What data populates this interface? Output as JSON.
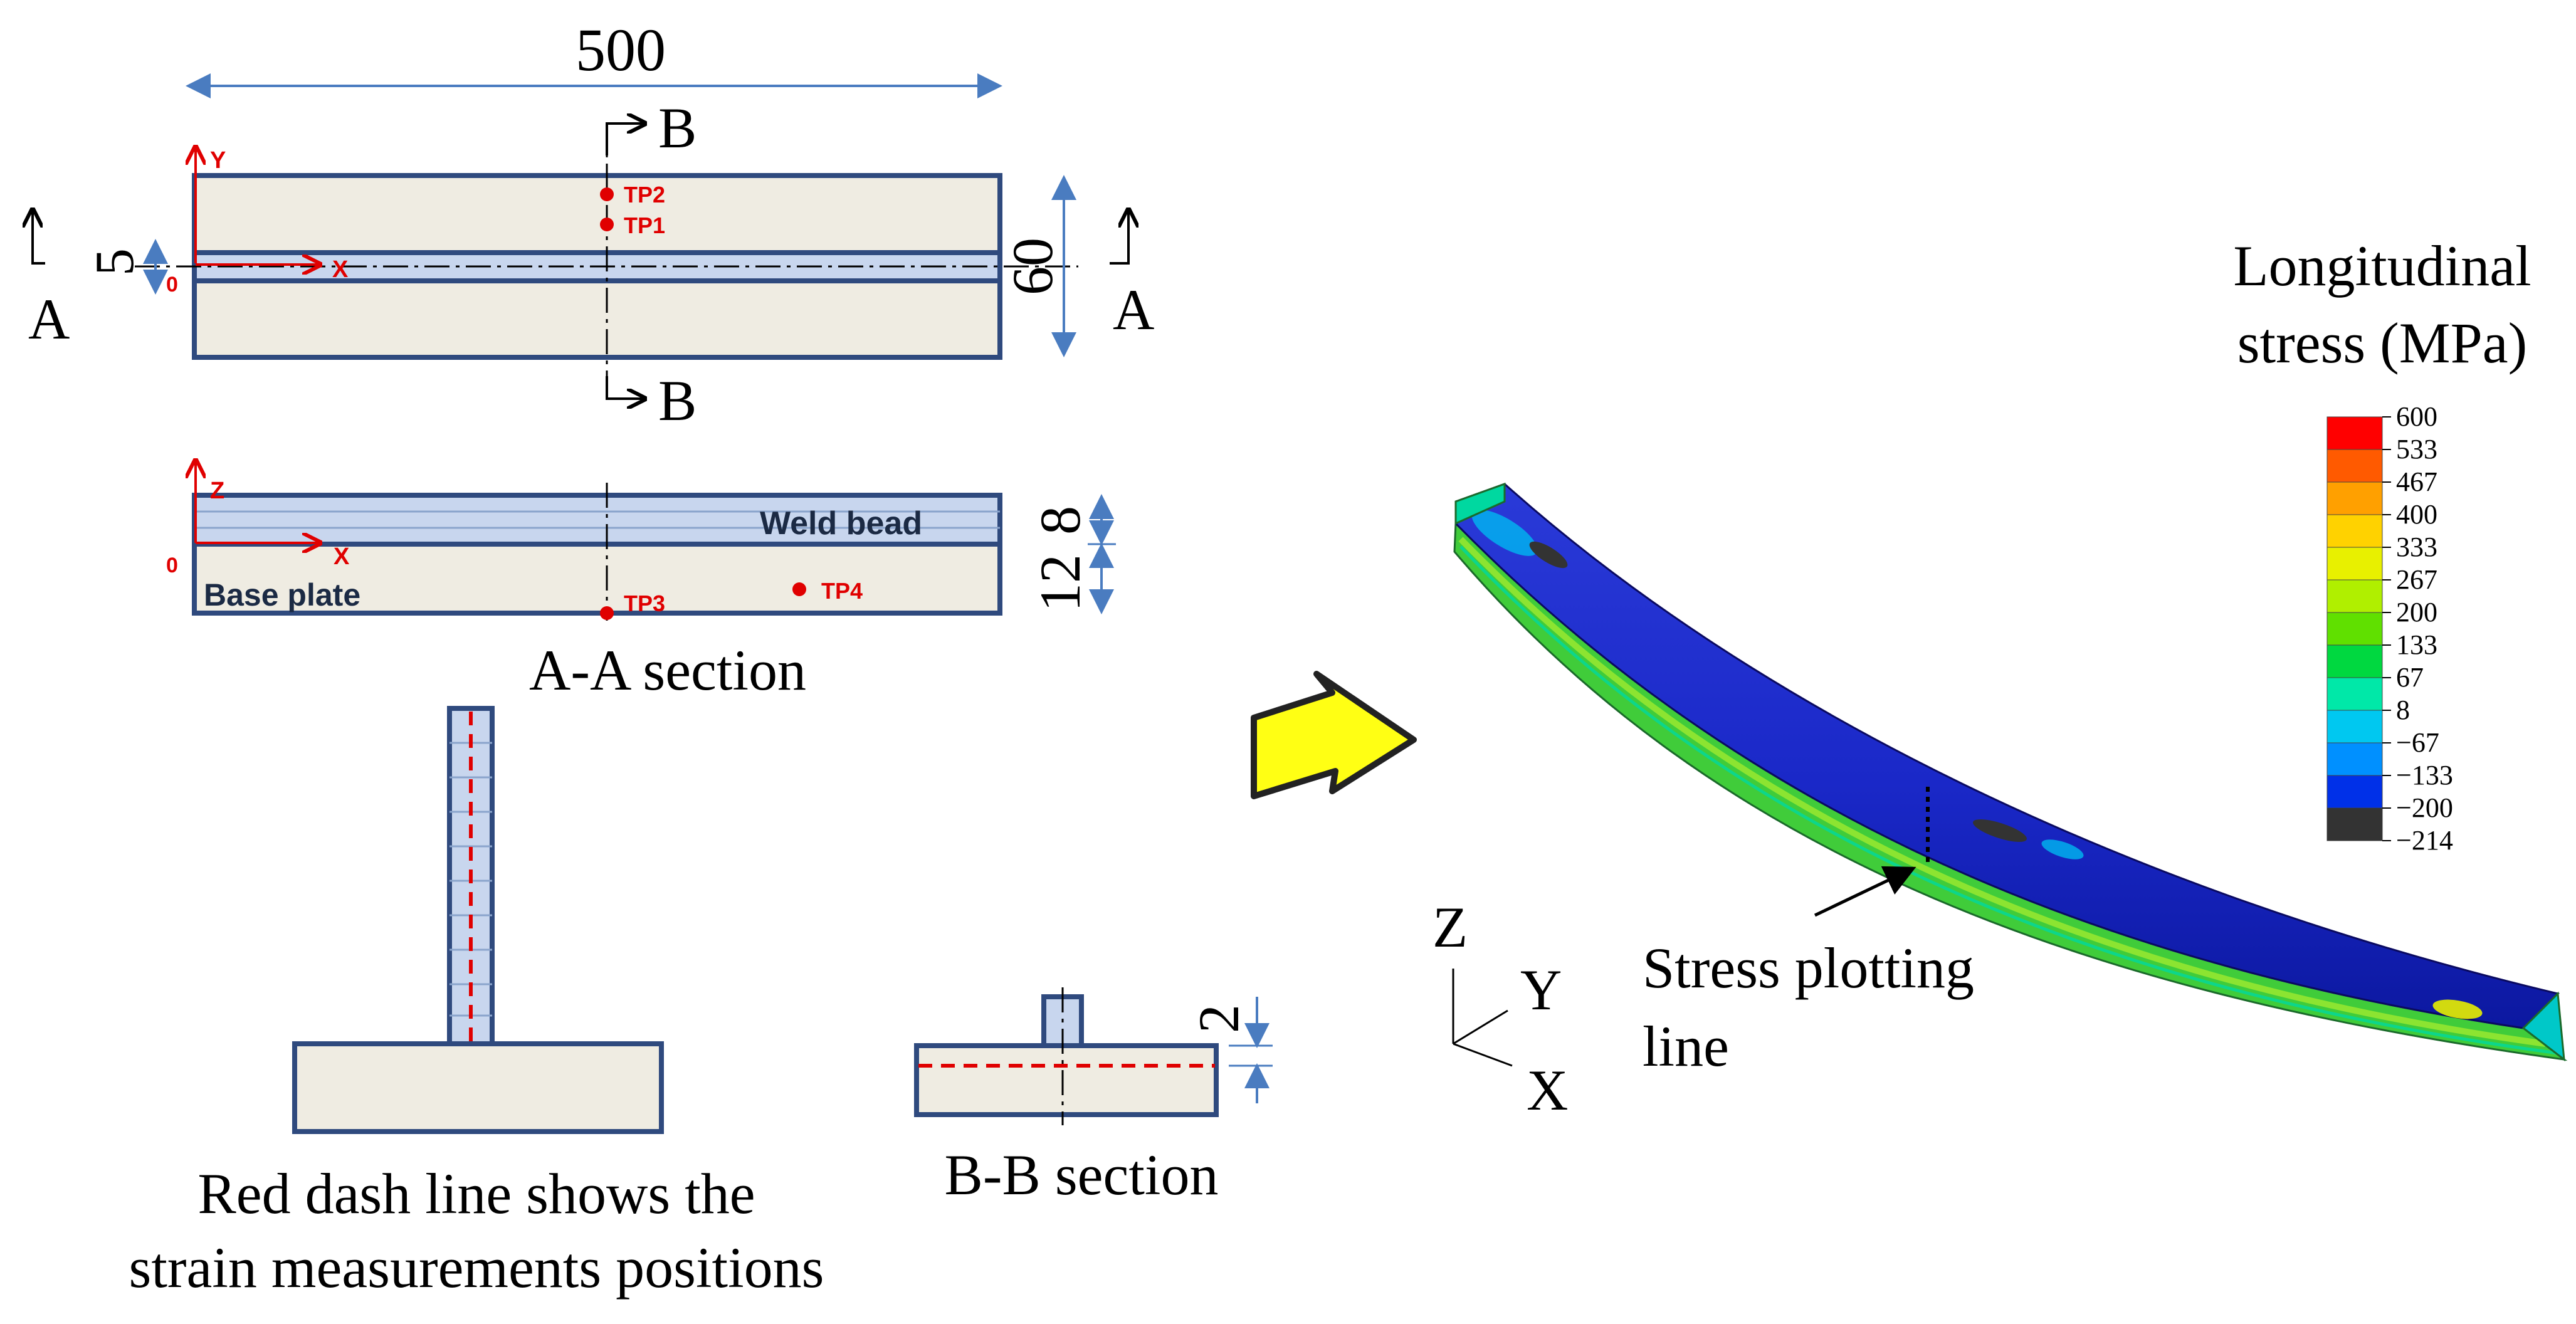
{
  "top_view": {
    "dim_length": "500",
    "dim_width": "60",
    "dim_bead": "5",
    "section_b_top": "B",
    "section_b_bottom": "B",
    "section_a_left": "A",
    "section_a_right": "A",
    "axis_y": "Y",
    "axis_x": "X",
    "origin": "0",
    "tp2": "TP2",
    "tp1": "TP1"
  },
  "aa_section": {
    "title": "A-A section",
    "dim_bead": "8",
    "dim_plate": "12",
    "weld_bead_label": "Weld bead",
    "base_plate_label": "Base plate",
    "axis_z": "Z",
    "axis_x": "X",
    "origin": "0",
    "tp3": "TP3",
    "tp4": "TP4"
  },
  "strain_view": {
    "caption_line1": "Red dash line shows the",
    "caption_line2": "strain measurements positions"
  },
  "bb_section": {
    "title": "B-B section",
    "dim": "2"
  },
  "fe_model": {
    "legend_title_line1": "Longitudinal",
    "legend_title_line2": "stress (MPa)",
    "legend_values": [
      "600",
      "533",
      "467",
      "400",
      "333",
      "267",
      "200",
      "133",
      "67",
      "8",
      "−67",
      "−133",
      "−200",
      "−214"
    ],
    "legend_colors": [
      "#ff0000",
      "#ff5a00",
      "#ffa000",
      "#ffd200",
      "#e8f000",
      "#b0ef00",
      "#60e000",
      "#00d840",
      "#00e8a8",
      "#00c8f0",
      "#0090ff",
      "#0030e8",
      "#1010c0",
      "#333333"
    ],
    "axis_z": "Z",
    "axis_y": "Y",
    "axis_x": "X",
    "stress_line_label_line1": "Stress plotting",
    "stress_line_label_line2": "line"
  },
  "icons": {
    "arrow": "right-arrow-icon"
  }
}
